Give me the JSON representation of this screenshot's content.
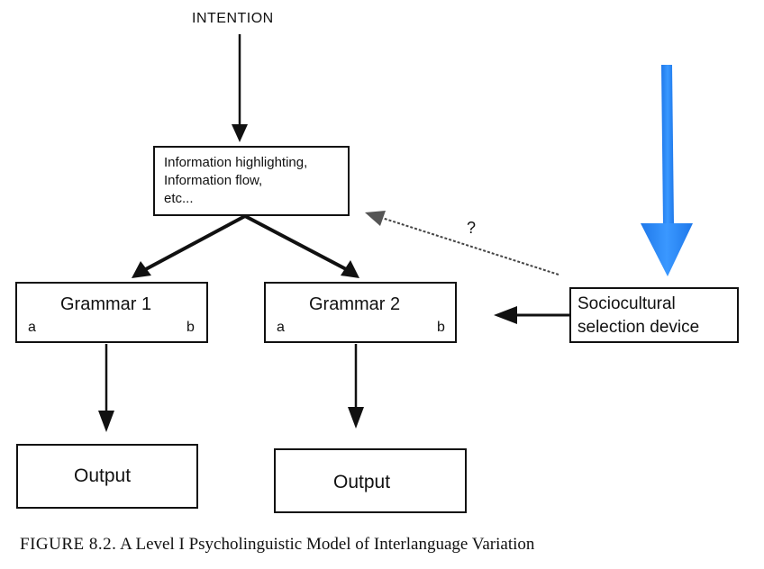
{
  "diagram": {
    "intention": "INTENTION",
    "info_box": {
      "line1": "Information highlighting,",
      "line2": "Information flow,",
      "line3": "etc..."
    },
    "grammar1": {
      "label": "Grammar 1",
      "left_corner": "a",
      "right_corner": "b"
    },
    "grammar2": {
      "label": "Grammar 2",
      "left_corner": "a",
      "right_corner": "b"
    },
    "socio_box": {
      "line1": "Sociocultural",
      "line2": "selection device"
    },
    "question_mark": "?",
    "output1": "Output",
    "output2": "Output"
  },
  "caption": {
    "lead": "FIGURE 8.2.",
    "text": "A Level I Psycholinguistic Model of Interlanguage Variation"
  },
  "colors": {
    "ink": "#111111",
    "highlight_arrow": "#2f8cf5"
  }
}
